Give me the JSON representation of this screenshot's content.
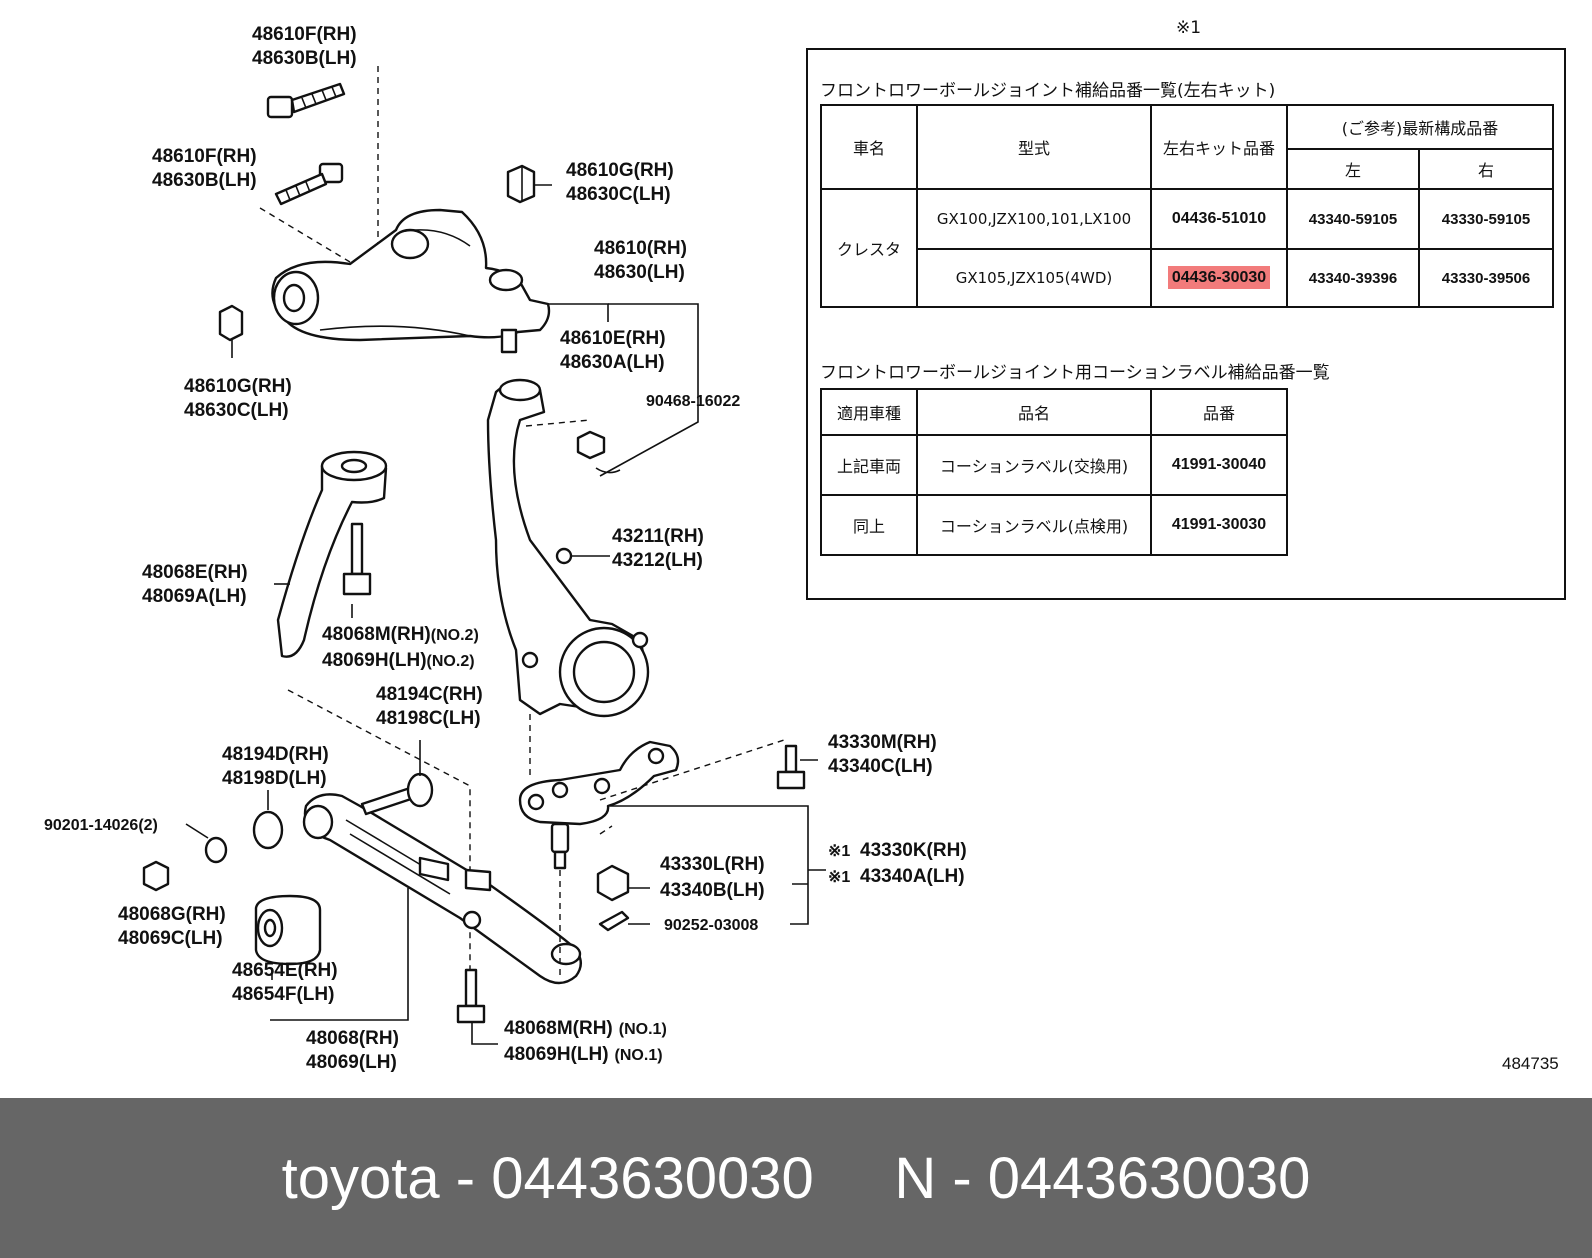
{
  "labels": {
    "l1a": "48610F(RH)",
    "l1b": "48630B(LH)",
    "l2a": "48610F(RH)",
    "l2b": "48630B(LH)",
    "l3a": "48610G(RH)",
    "l3b": "48630C(LH)",
    "l4a": "48610(RH)",
    "l4b": "48630(LH)",
    "l5a": "48610E(RH)",
    "l5b": "48630A(LH)",
    "l6": "90468-16022",
    "l7a": "48610G(RH)",
    "l7b": "48630C(LH)",
    "l8a": "43211(RH)",
    "l8b": "43212(LH)",
    "l9a": "48068E(RH)",
    "l9b": "48069A(LH)",
    "l10a": "48068M(RH)",
    "l10a_n": "(NO.2)",
    "l10b": "48069H(LH)",
    "l10b_n": "(NO.2)",
    "l11a": "48194C(RH)",
    "l11b": "48198C(LH)",
    "l12a": "48194D(RH)",
    "l12b": "48198D(LH)",
    "l13": "90201-14026(2)",
    "l14a": "48068G(RH)",
    "l14b": "48069C(LH)",
    "l15a": "48654E(RH)",
    "l15b": "48654F(LH)",
    "l16a": "48068(RH)",
    "l16b": "48069(LH)",
    "l17a": "48068M(RH)",
    "l17a_n": "(NO.1)",
    "l17b": "48069H(LH)",
    "l17b_n": "(NO.1)",
    "l18a": "43330M(RH)",
    "l18b": "43340C(LH)",
    "l19a": "43330K(RH)",
    "l19b": "43340A(LH)",
    "l19m": "※1",
    "l20a": "43330L(RH)",
    "l20b": "43340B(LH)",
    "l21": "90252-03008"
  },
  "note_mark": "※1",
  "kit_table": {
    "caption": "フロントロワーボールジョイント補給品番一覧(左右キット)",
    "head_vehicle": "車名",
    "head_model": "型式",
    "head_kit": "左右キット品番",
    "head_ref": "(ご参考)最新構成品番",
    "head_left": "左",
    "head_right": "右",
    "vehicle": "クレスタ",
    "rows": [
      {
        "model": "GX100,JZX100,101,LX100",
        "kit": "04436-51010",
        "left": "43340-59105",
        "right": "43330-59105"
      },
      {
        "model": "GX105,JZX105(4WD)",
        "kit": "04436-30030",
        "left": "43340-39396",
        "right": "43330-39506"
      }
    ],
    "highlight_color": "#f27b7b"
  },
  "label_table": {
    "caption": "フロントロワーボールジョイント用コーションラベル補給品番一覧",
    "head_apply": "適用車種",
    "head_name": "品名",
    "head_num": "品番",
    "rows": [
      {
        "apply": "上記車両",
        "name": "コーションラベル(交換用)",
        "num": "41991-30040"
      },
      {
        "apply": "同上",
        "name": "コーションラベル(点検用)",
        "num": "41991-30030"
      }
    ]
  },
  "diagram_id": "484735",
  "footer": {
    "text": "toyota - 0443630030     N - 0443630030",
    "bg": "#666666"
  }
}
